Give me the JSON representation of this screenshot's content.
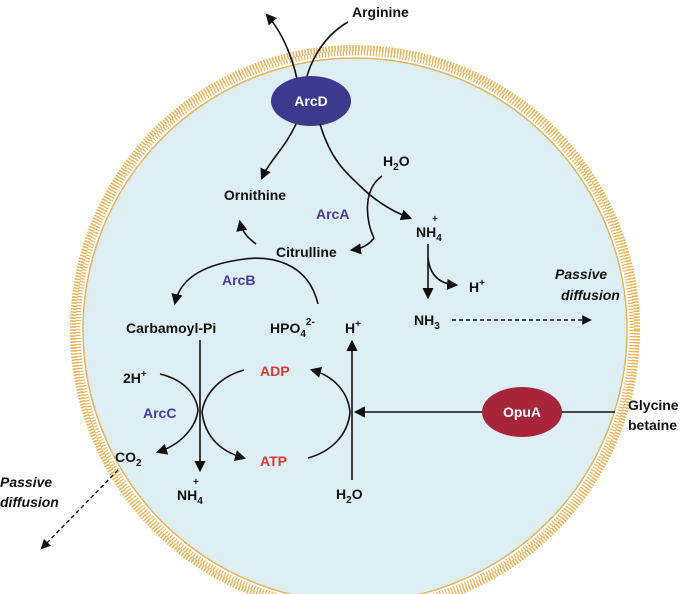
{
  "colors": {
    "cell_fill": "#ddeef5",
    "membrane": "#e9b45a",
    "arcd_fill": "#3d3a8e",
    "opua_fill": "#a8243a",
    "enzyme_text": "#4b3a9a",
    "nucleotide_text": "#e03a2e"
  },
  "transporters": {
    "arcd": "ArcD",
    "opua": "OpuA"
  },
  "enzymes": {
    "arca": "ArcA",
    "arcb": "ArcB",
    "arcc": "ArcC"
  },
  "metabolites": {
    "arginine": "Arginine",
    "ornithine": "Ornithine",
    "citrulline": "Citrulline",
    "carbamoyl_pi": "Carbamoyl-Pi",
    "hpo4": "HPO",
    "hpo4_sub": "4",
    "hpo4_sup": "2-",
    "h2o_top": "H",
    "h2o_top_sub": "2",
    "h2o_top_tail": "O",
    "nh4_top": "NH",
    "nh4_top_sub": "4",
    "nh4_top_sup": "+",
    "h_plus_right": "H",
    "h_plus_right_sup": "+",
    "nh3": "NH",
    "nh3_sub": "3",
    "h_plus_mid": "H",
    "h_plus_mid_sup": "+",
    "two_h_plus": "2H",
    "two_h_plus_sup": "+",
    "co2": "CO",
    "co2_sub": "2",
    "nh4_bottom": "NH",
    "nh4_bottom_sub": "4",
    "nh4_bottom_sup": "+",
    "h2o_bottom": "H",
    "h2o_bottom_sub": "2",
    "h2o_bottom_tail": "O",
    "adp": "ADP",
    "atp": "ATP",
    "glycine": "Glycine",
    "betaine": "betaine"
  },
  "labels": {
    "passive_right_1": "Passive",
    "passive_right_2": "diffusion",
    "passive_left_1": "Passive",
    "passive_left_2": "diffusion"
  }
}
